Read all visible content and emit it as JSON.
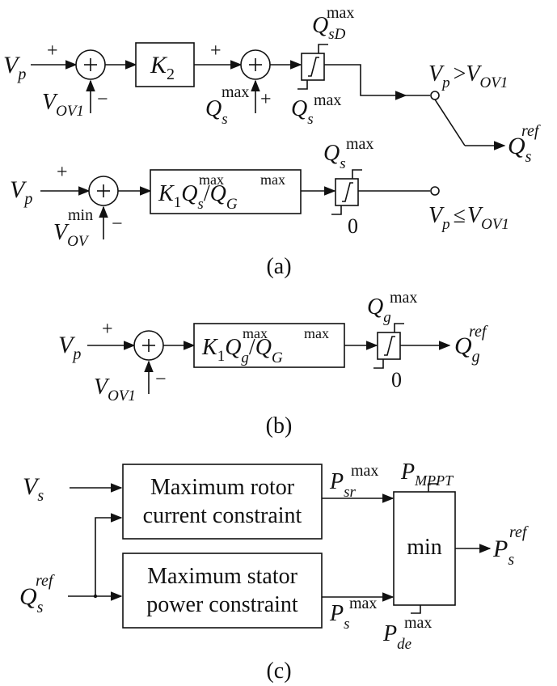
{
  "diagram": {
    "a": {
      "caption": "(a)",
      "vp": "V",
      "vp_sub": "p",
      "plus": "+",
      "minus": "−",
      "vov1": "V",
      "vov1_sub": "OV1",
      "k2": "K",
      "k2_sub": "2",
      "qs": "Q",
      "qs_sub": "s",
      "max": "max",
      "qsd_sub": "sD",
      "cond_gt_lhs": "V",
      "cond_gt_lhs_sub": "p",
      "gt": ">",
      "cond_gt_rhs": "V",
      "cond_gt_rhs_sub": "OV1",
      "qref": "Q",
      "qref_sup": "ref",
      "qref_sub": "s",
      "gain_k": "K",
      "gain_k_sub": "1",
      "gain_q": "Q",
      "gain_q_sub": "s",
      "gain_q_sup": "max",
      "slash": "/",
      "gain_qg": "Q",
      "gain_qg_sub": "G",
      "gain_qg_sup": "max",
      "vovmin": "V",
      "vovmin_sub": "OV",
      "vovmin_sup": "min",
      "zero": "0",
      "cond_le_lhs": "V",
      "cond_le_lhs_sub": "p",
      "le": "≤",
      "cond_le_rhs": "V",
      "cond_le_rhs_sub": "OV1"
    },
    "b": {
      "caption": "(b)",
      "vp": "V",
      "vp_sub": "p",
      "plus": "+",
      "minus": "−",
      "vov1": "V",
      "vov1_sub": "OV1",
      "gain_k": "K",
      "gain_k_sub": "1",
      "gain_q": "Q",
      "gain_q_sub": "g",
      "gain_q_sup": "max",
      "slash": "/",
      "gain_qg": "Q",
      "gain_qg_sub": "G",
      "gain_qg_sup": "max",
      "qg": "Q",
      "qg_sub": "g",
      "max": "max",
      "zero": "0",
      "qref": "Q",
      "qref_sub": "g",
      "qref_sup": "ref"
    },
    "c": {
      "caption": "(c)",
      "vs": "V",
      "vs_sub": "s",
      "qref": "Q",
      "qref_sub": "s",
      "qref_sup": "ref",
      "box1_line1": "Maximum rotor",
      "box1_line2": "current constraint",
      "box2_line1": "Maximum stator",
      "box2_line2": "power constraint",
      "psr": "P",
      "psr_sub": "sr",
      "max": "max",
      "ps": "P",
      "ps_sub": "s",
      "pmppt": "P",
      "pmppt_sub": "MPPT",
      "pde": "P",
      "pde_sub": "de",
      "min": "min",
      "pref": "P",
      "pref_sub": "s",
      "pref_sup": "ref"
    }
  }
}
